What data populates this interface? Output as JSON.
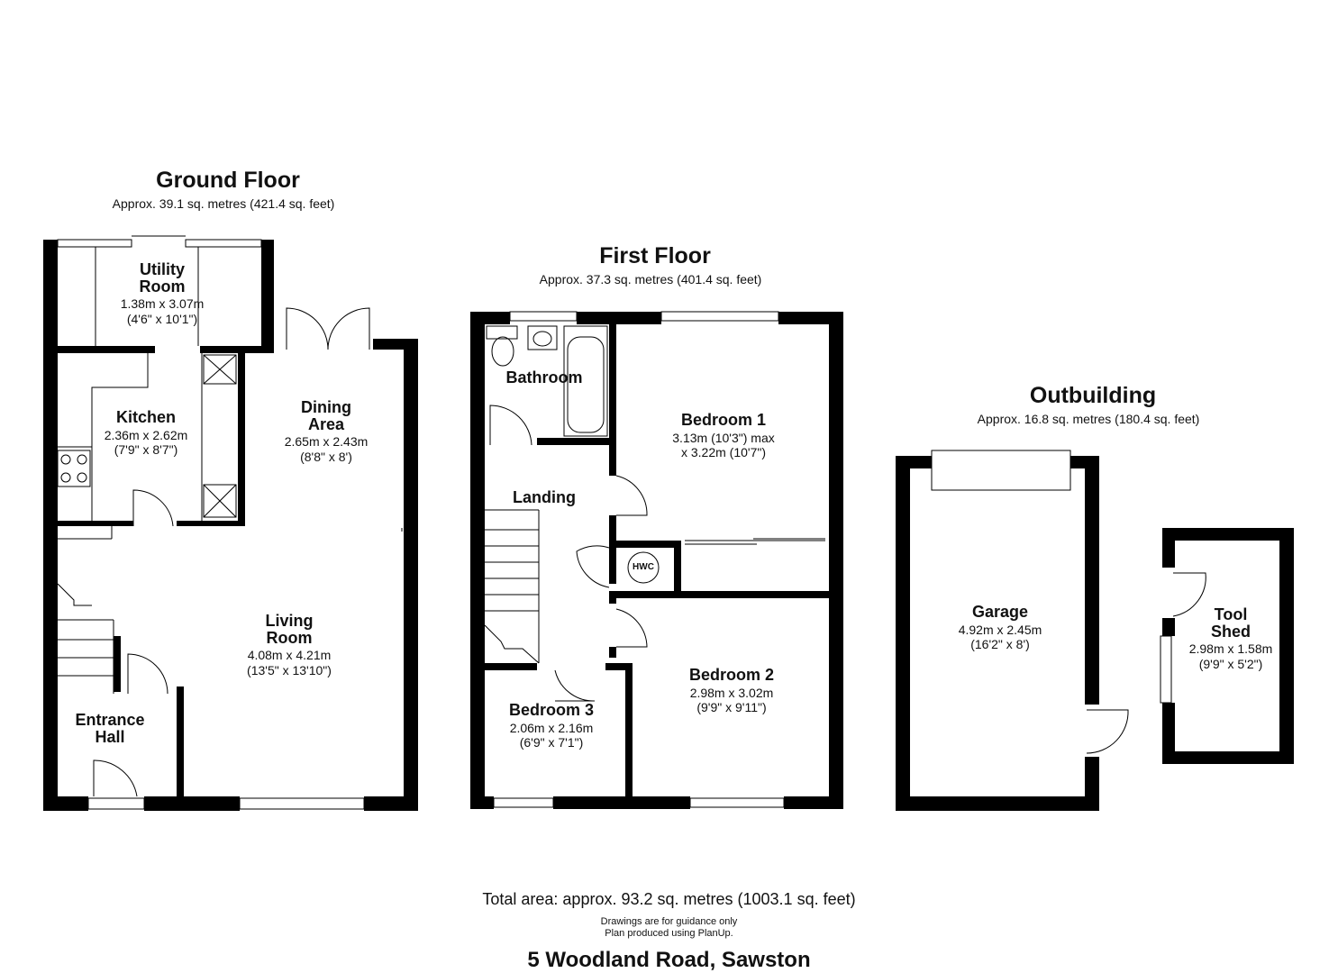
{
  "ground_floor": {
    "title": "Ground Floor",
    "area": "Approx. 39.1 sq. metres (421.4 sq. feet)",
    "rooms": {
      "utility": {
        "name_1": "Utility",
        "name_2": "Room",
        "metric": "1.38m x 3.07m",
        "imperial": "(4'6\" x 10'1\")"
      },
      "kitchen": {
        "name": "Kitchen",
        "metric": "2.36m x 2.62m",
        "imperial": "(7'9\" x 8'7\")"
      },
      "dining": {
        "name_1": "Dining",
        "name_2": "Area",
        "metric": "2.65m x 2.43m",
        "imperial": "(8'8\" x 8')"
      },
      "living": {
        "name_1": "Living",
        "name_2": "Room",
        "metric": "4.08m x 4.21m",
        "imperial": "(13'5\" x 13'10\")"
      },
      "entrance": {
        "name_1": "Entrance",
        "name_2": "Hall"
      }
    }
  },
  "first_floor": {
    "title": "First Floor",
    "area": "Approx. 37.3 sq. metres (401.4 sq. feet)",
    "rooms": {
      "bathroom": {
        "name": "Bathroom"
      },
      "landing": {
        "name": "Landing"
      },
      "hwc": {
        "name": "HWC"
      },
      "bedroom1": {
        "name": "Bedroom 1",
        "metric": "3.13m (10'3\") max",
        "imperial": "x 3.22m (10'7\")"
      },
      "bedroom2": {
        "name": "Bedroom 2",
        "metric": "2.98m x 3.02m",
        "imperial": "(9'9\" x 9'11\")"
      },
      "bedroom3": {
        "name": "Bedroom 3",
        "metric": "2.06m x 2.16m",
        "imperial": "(6'9\" x 7'1\")"
      }
    }
  },
  "outbuilding": {
    "title": "Outbuilding",
    "area": "Approx. 16.8 sq. metres (180.4 sq. feet)",
    "rooms": {
      "garage": {
        "name": "Garage",
        "metric": "4.92m x 2.45m",
        "imperial": "(16'2\" x 8')"
      },
      "toolshed": {
        "name_1": "Tool",
        "name_2": "Shed",
        "metric": "2.98m x 1.58m",
        "imperial": "(9'9\" x 5'2\")"
      }
    }
  },
  "footer": {
    "total_area": "Total area: approx. 93.2 sq. metres (1003.1 sq. feet)",
    "disclaimer_1": "Drawings are for guidance only",
    "disclaimer_2": "Plan produced using PlanUp.",
    "address": "5 Woodland Road, Sawston"
  }
}
